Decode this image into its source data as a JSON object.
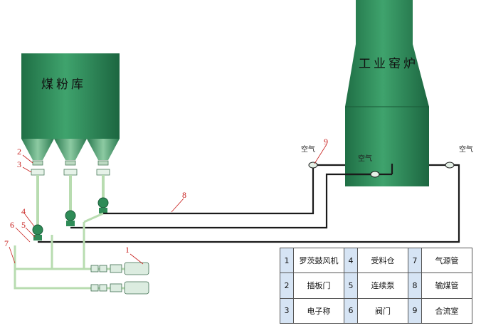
{
  "labels": {
    "coal_silo": "煤粉库",
    "kiln": "工业窑炉",
    "air_left": "空气",
    "air_mid": "空气",
    "air_right": "空气"
  },
  "callouts": [
    "1",
    "2",
    "3",
    "4",
    "5",
    "6",
    "7",
    "8",
    "9"
  ],
  "legend": [
    [
      {
        "num": "1",
        "name": "罗茨鼓风机"
      },
      {
        "num": "4",
        "name": "受料仓"
      },
      {
        "num": "7",
        "name": "气源管"
      }
    ],
    [
      {
        "num": "2",
        "name": "插板门"
      },
      {
        "num": "5",
        "name": "连续泵"
      },
      {
        "num": "8",
        "name": "输煤管"
      }
    ],
    [
      {
        "num": "3",
        "name": "电子称"
      },
      {
        "num": "6",
        "name": "阀门"
      },
      {
        "num": "9",
        "name": "合流室"
      }
    ]
  ],
  "colors": {
    "silo_green": "#2e8b57",
    "kiln_green": "#2e8b57",
    "pipe_dark": "#1a1a1a",
    "pipe_light": "#b8dcb0",
    "callout_red": "#c8201e",
    "legend_num_bg": "#d6e4f4"
  }
}
